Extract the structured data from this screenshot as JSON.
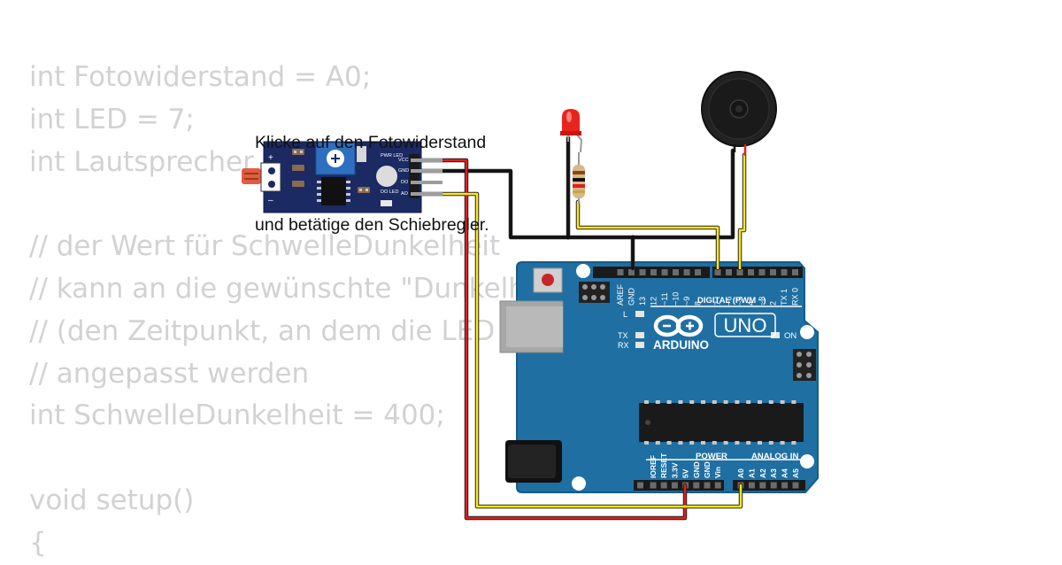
{
  "code_lines": [
    "int Fotowiderstand = A0;",
    "int LED = 7;",
    "int Lautsprecher = 5;",
    "",
    "// der Wert für SchwelleDunkelheit",
    "// kann an die gewünschte \"Dunkelheit\"",
    "// (den Zeitpunkt, an dem die LED leuchtet)",
    "// angepasst werden",
    "int SchwelleDunkelheit = 400;",
    "",
    "void setup()",
    "{"
  ],
  "hint": {
    "line1": "Klicke auf den Fotowiderstand",
    "line2": "und betätige den Schiebregler."
  },
  "sensor_module": {
    "vcc_label": "VCC",
    "gnd_label": "GND",
    "do_label": "DO",
    "ao_label": "AO",
    "pwr_led_label": "PWR LED",
    "do_led_label": "DO LED",
    "plus_label": "+",
    "minus_label": "–"
  },
  "arduino": {
    "brand": "ARDUINO",
    "model": "UNO",
    "digital_header_label": "DIGITAL (PWM ~)",
    "digital_pins": [
      "AREF",
      "GND",
      "13",
      "12",
      "~11",
      "~10",
      "~9",
      "8",
      "7",
      "~6",
      "~5",
      "4",
      "~3",
      "2",
      "TX 1",
      "RX 0"
    ],
    "power_header_label": "POWER",
    "power_pins": [
      "IOREF",
      "RESET",
      "3.3V",
      "5V",
      "GND",
      "GND",
      "Vin"
    ],
    "analog_header_label": "ANALOG IN",
    "analog_pins": [
      "A0",
      "A1",
      "A2",
      "A3",
      "A4",
      "A5"
    ],
    "led_l_label": "L",
    "led_tx_label": "TX",
    "led_rx_label": "RX",
    "led_on_label": "ON"
  },
  "colors": {
    "code_text": "#d2d2d2",
    "board_blue": "#1f6fa3",
    "sensor_blue": "#1b2a63",
    "wire_red": "#e01f1f",
    "wire_black": "#111111",
    "wire_yellow": "#ffe81a",
    "led_red": "#e8241d"
  }
}
